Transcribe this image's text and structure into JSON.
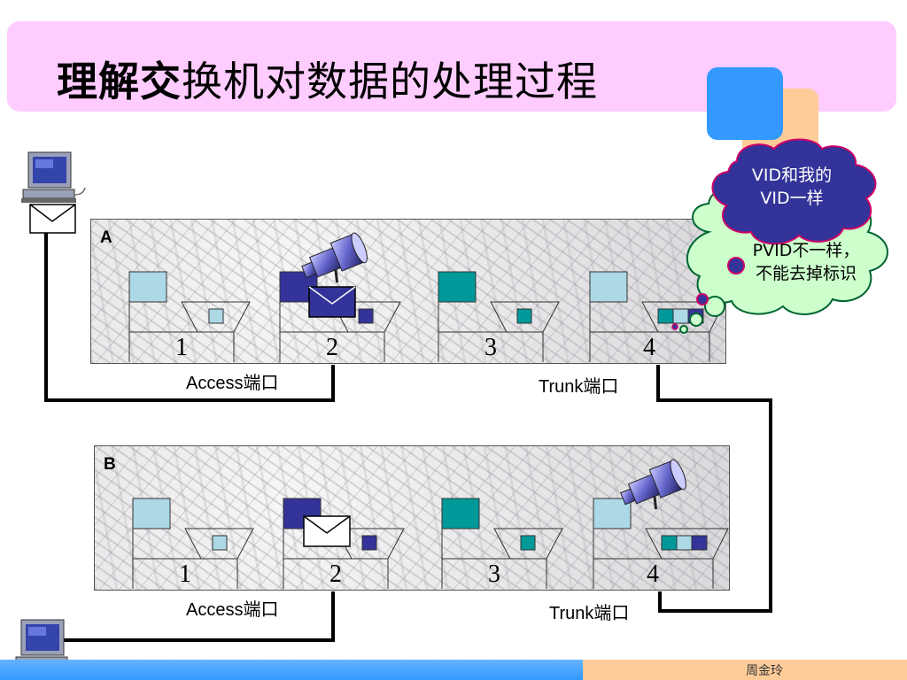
{
  "title": {
    "strong": "理解交",
    "rest": "换机对数据的处理过程"
  },
  "switches": [
    {
      "label": "A",
      "ports": [
        {
          "number": "1",
          "pvid_color": "#add8e6",
          "inner": [
            "#add8e6"
          ]
        },
        {
          "number": "2",
          "pvid_color": "#333399",
          "inner": [
            "#333399"
          ]
        },
        {
          "number": "3",
          "pvid_color": "#009999",
          "inner": [
            "#009999"
          ]
        },
        {
          "number": "4",
          "pvid_color": "#add8e6",
          "inner": [
            "#009999",
            "#add8e6",
            "#333399"
          ]
        }
      ],
      "captions": {
        "access": "Access端口",
        "trunk": "Trunk端口"
      }
    },
    {
      "label": "B",
      "ports": [
        {
          "number": "1",
          "pvid_color": "#add8e6",
          "inner": [
            "#add8e6"
          ]
        },
        {
          "number": "2",
          "pvid_color": "#333399",
          "inner": [
            "#333399"
          ]
        },
        {
          "number": "3",
          "pvid_color": "#009999",
          "inner": [
            "#009999"
          ]
        },
        {
          "number": "4",
          "pvid_color": "#add8e6",
          "inner": [
            "#009999",
            "#add8e6",
            "#333399"
          ]
        }
      ],
      "captions": {
        "access": "Access端口",
        "trunk": "Trunk端口"
      }
    }
  ],
  "clouds": {
    "purple": {
      "line1": "VID和我的",
      "line2": "VID一样",
      "color": "#333399",
      "text_color": "#ffffff"
    },
    "green": {
      "line1": "PVID不一样，",
      "line2": "不能去掉标识",
      "color": "#ccffcc"
    }
  },
  "icons": [
    "computer-icon",
    "envelope-icon",
    "telescope-icon"
  ],
  "footer": {
    "author": "周金玲"
  },
  "colors": {
    "title_bg": "#ffccff",
    "accent_blue": "#3399ff",
    "accent_orange": "#ffcc99",
    "wire": "#000000"
  }
}
